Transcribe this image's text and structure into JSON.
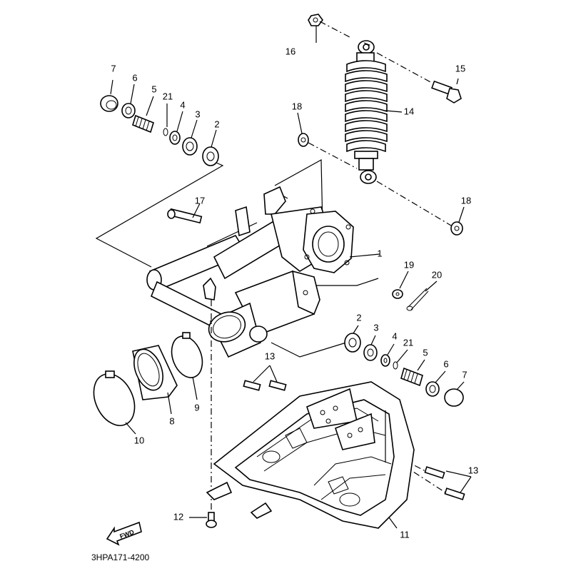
{
  "callouts": [
    {
      "id": "1",
      "text": "1"
    },
    {
      "id": "2a",
      "text": "2"
    },
    {
      "id": "3a",
      "text": "3"
    },
    {
      "id": "4a",
      "text": "4"
    },
    {
      "id": "21a",
      "text": "21"
    },
    {
      "id": "5a",
      "text": "5"
    },
    {
      "id": "6a",
      "text": "6"
    },
    {
      "id": "7a",
      "text": "7"
    },
    {
      "id": "2b",
      "text": "2"
    },
    {
      "id": "3b",
      "text": "3"
    },
    {
      "id": "4b",
      "text": "4"
    },
    {
      "id": "21b",
      "text": "21"
    },
    {
      "id": "5b",
      "text": "5"
    },
    {
      "id": "6b",
      "text": "6"
    },
    {
      "id": "7b",
      "text": "7"
    },
    {
      "id": "8",
      "text": "8"
    },
    {
      "id": "9",
      "text": "9"
    },
    {
      "id": "10",
      "text": "10"
    },
    {
      "id": "11",
      "text": "11"
    },
    {
      "id": "12",
      "text": "12"
    },
    {
      "id": "13a",
      "text": "13"
    },
    {
      "id": "13b",
      "text": "13"
    },
    {
      "id": "14",
      "text": "14"
    },
    {
      "id": "15",
      "text": "15"
    },
    {
      "id": "16",
      "text": "16"
    },
    {
      "id": "17",
      "text": "17"
    },
    {
      "id": "18a",
      "text": "18"
    },
    {
      "id": "18b",
      "text": "18"
    },
    {
      "id": "19",
      "text": "19"
    },
    {
      "id": "20",
      "text": "20"
    }
  ],
  "direction_label": "FWD",
  "diagram_code": "3HPA171-4200"
}
